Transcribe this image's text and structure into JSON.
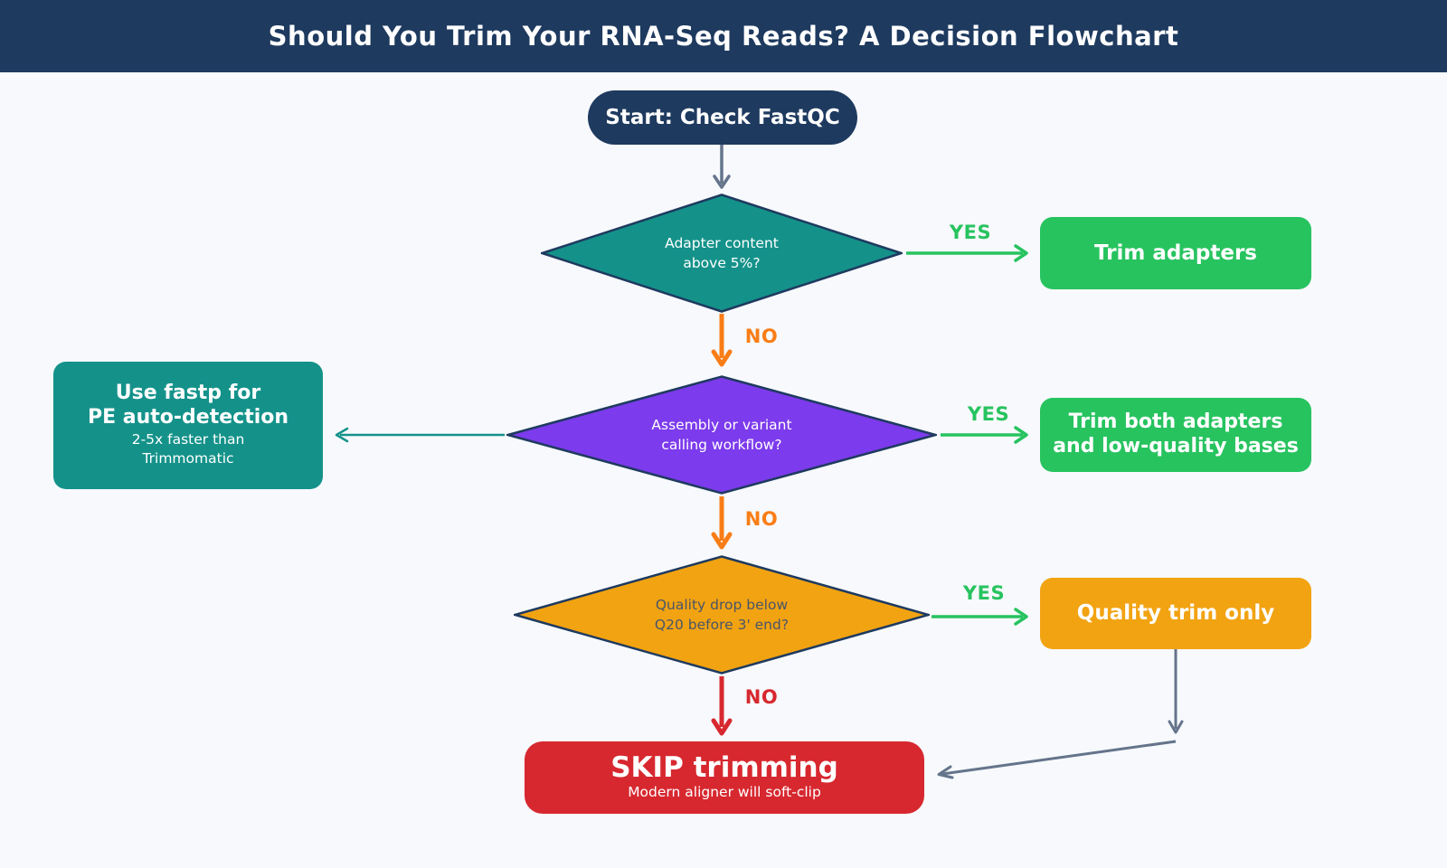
{
  "title": "Should You Trim Your RNA-Seq Reads? A Decision Flowchart",
  "colors": {
    "navy": "#1e3a5f",
    "bg": "#f7f9fc",
    "teal": "#14928a",
    "purple": "#7c3bec",
    "amber": "#f2a312",
    "green": "#27c35f",
    "orange": "#f97d16",
    "red": "#d7282f",
    "slate": "#64748b",
    "ink": "#4a5568"
  },
  "nodes": {
    "start": {
      "label": "Start: Check FastQC"
    },
    "adapter_decision": {
      "line1": "Adapter content",
      "line2": "above 5%?"
    },
    "trim_adapters": {
      "label": "Trim adapters"
    },
    "workflow_decision": {
      "line1": "Assembly or variant",
      "line2": "calling workflow?"
    },
    "use_fastp": {
      "title1": "Use fastp for",
      "title2": "PE auto-detection",
      "note1": "2-5x faster than",
      "note2": "Trimmomatic"
    },
    "trim_both": {
      "line1": "Trim both adapters",
      "line2": "and low-quality bases"
    },
    "quality_decision": {
      "line1": "Quality drop below",
      "line2": "Q20 before 3' end?"
    },
    "quality_trim": {
      "label": "Quality trim only"
    },
    "skip_trimming": {
      "title": "SKIP trimming",
      "subtitle": "Modern aligner will soft-clip"
    }
  },
  "edge_labels": {
    "yes1": "YES",
    "no1": "NO",
    "yes2": "YES",
    "no2": "NO",
    "yes3": "YES",
    "no3": "NO"
  }
}
